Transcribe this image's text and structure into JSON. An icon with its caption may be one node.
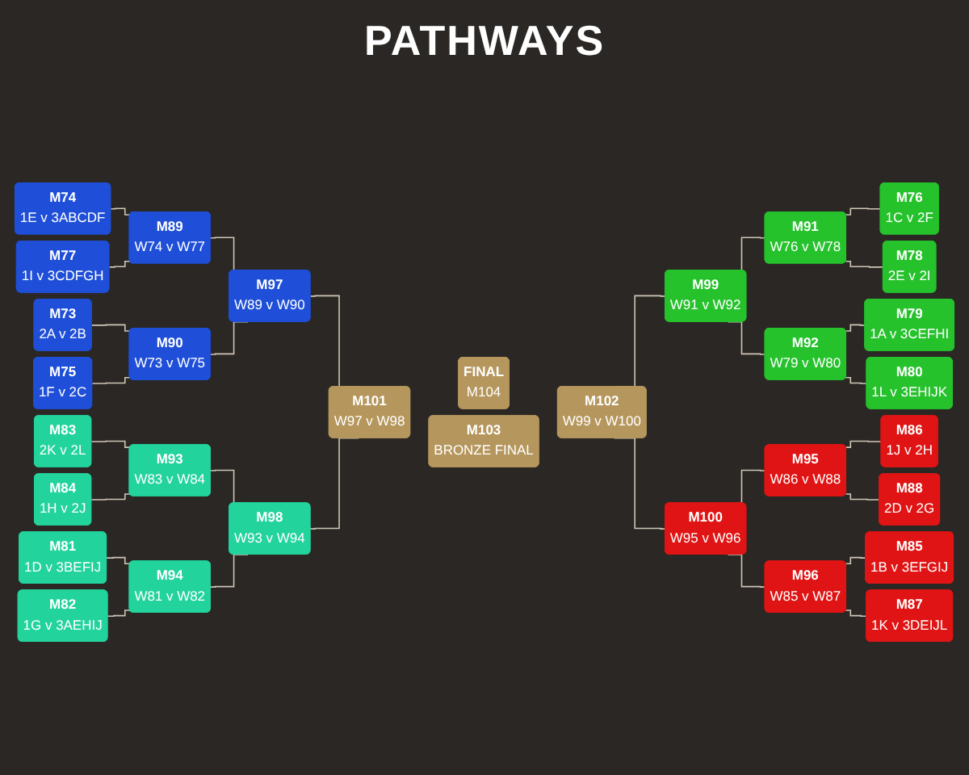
{
  "diagram": {
    "title": "PATHWAYS",
    "nodes": [
      {
        "text": [
          "M74",
          "1E v 3ABCDF"
        ]
      },
      {
        "text": [
          "M77",
          "1I v 3CDFGH"
        ]
      },
      {
        "text": [
          "M73",
          "2A v 2B"
        ]
      },
      {
        "text": [
          "M75",
          "1F v 2C"
        ]
      },
      {
        "text": [
          "M83",
          "2K v 2L"
        ]
      },
      {
        "text": [
          "M84",
          "1H v 2J"
        ]
      },
      {
        "text": [
          "M81",
          "1D v 3BEFIJ"
        ]
      },
      {
        "text": [
          "M82",
          "1G v 3AEHIJ"
        ]
      },
      {
        "text": [
          "M89",
          "W74 v W77"
        ]
      },
      {
        "text": [
          "M90",
          "W73 v W75"
        ]
      },
      {
        "text": [
          "M93",
          "W83 v W84"
        ]
      },
      {
        "text": [
          "M94",
          "W81 v W82"
        ]
      },
      {
        "text": [
          "M97",
          "W89 v W90"
        ]
      },
      {
        "text": [
          "M98",
          "W93 v W94"
        ]
      },
      {
        "text": [
          "M101",
          "W97 v W98"
        ]
      },
      {
        "text": [
          "FINAL",
          "M104"
        ]
      },
      {
        "text": [
          "M103",
          "BRONZE FINAL"
        ]
      },
      {
        "text": [
          "M102",
          "W99 v W100"
        ]
      },
      {
        "text": [
          "M99",
          "W91 v W92"
        ]
      },
      {
        "text": [
          "M100",
          "W95 v W96"
        ]
      },
      {
        "text": [
          "M91",
          "W76 v W78"
        ]
      },
      {
        "text": [
          "M92",
          "W79 v W80"
        ]
      },
      {
        "text": [
          "M95",
          "W86 v W88"
        ]
      },
      {
        "text": [
          "M96",
          "W85 v W87"
        ]
      },
      {
        "text": [
          "M76",
          "1C v 2F"
        ]
      },
      {
        "text": [
          "M78",
          "2E v 2I"
        ]
      },
      {
        "text": [
          "M79",
          "1A v 3CEFHI"
        ]
      },
      {
        "text": [
          "M80",
          "1L v 3EHIJK"
        ]
      },
      {
        "text": [
          "M86",
          "1J v 2H"
        ]
      },
      {
        "text": [
          "M88",
          "2D v 2G"
        ]
      },
      {
        "text": [
          "M85",
          "1B v 3EFGIJ"
        ]
      },
      {
        "text": [
          "M87",
          "1K v 3DEIJL"
        ]
      }
    ],
    "edges": [
      {
        "from": 0,
        "to": 8,
        "arrow": "none"
      },
      {
        "from": 1,
        "to": 8,
        "arrow": "none"
      },
      {
        "from": 2,
        "to": 9,
        "arrow": "none"
      },
      {
        "from": 3,
        "to": 9,
        "arrow": "none"
      },
      {
        "from": 4,
        "to": 10,
        "arrow": "none"
      },
      {
        "from": 5,
        "to": 10,
        "arrow": "none"
      },
      {
        "from": 6,
        "to": 11,
        "arrow": "none"
      },
      {
        "from": 7,
        "to": 11,
        "arrow": "none"
      },
      {
        "from": 8,
        "to": 12,
        "arrow": "none"
      },
      {
        "from": 9,
        "to": 12,
        "arrow": "none"
      },
      {
        "from": 10,
        "to": 13,
        "arrow": "none"
      },
      {
        "from": 11,
        "to": 13,
        "arrow": "none"
      },
      {
        "from": 12,
        "to": 14,
        "arrow": "none"
      },
      {
        "from": 13,
        "to": 14,
        "arrow": "none"
      },
      {
        "from": 17,
        "to": 18,
        "arrow": "none"
      },
      {
        "from": 17,
        "to": 19,
        "arrow": "none"
      },
      {
        "from": 18,
        "to": 20,
        "arrow": "none"
      },
      {
        "from": 18,
        "to": 21,
        "arrow": "none"
      },
      {
        "from": 19,
        "to": 22,
        "arrow": "none"
      },
      {
        "from": 19,
        "to": 23,
        "arrow": "none"
      },
      {
        "from": 20,
        "to": 24,
        "arrow": "none"
      },
      {
        "from": 20,
        "to": 25,
        "arrow": "none"
      },
      {
        "from": 21,
        "to": 26,
        "arrow": "none"
      },
      {
        "from": 21,
        "to": 27,
        "arrow": "none"
      },
      {
        "from": 22,
        "to": 28,
        "arrow": "none"
      },
      {
        "from": 22,
        "to": 29,
        "arrow": "none"
      },
      {
        "from": 23,
        "to": 30,
        "arrow": "none"
      },
      {
        "from": 23,
        "to": 31,
        "arrow": "none"
      }
    ]
  }
}
